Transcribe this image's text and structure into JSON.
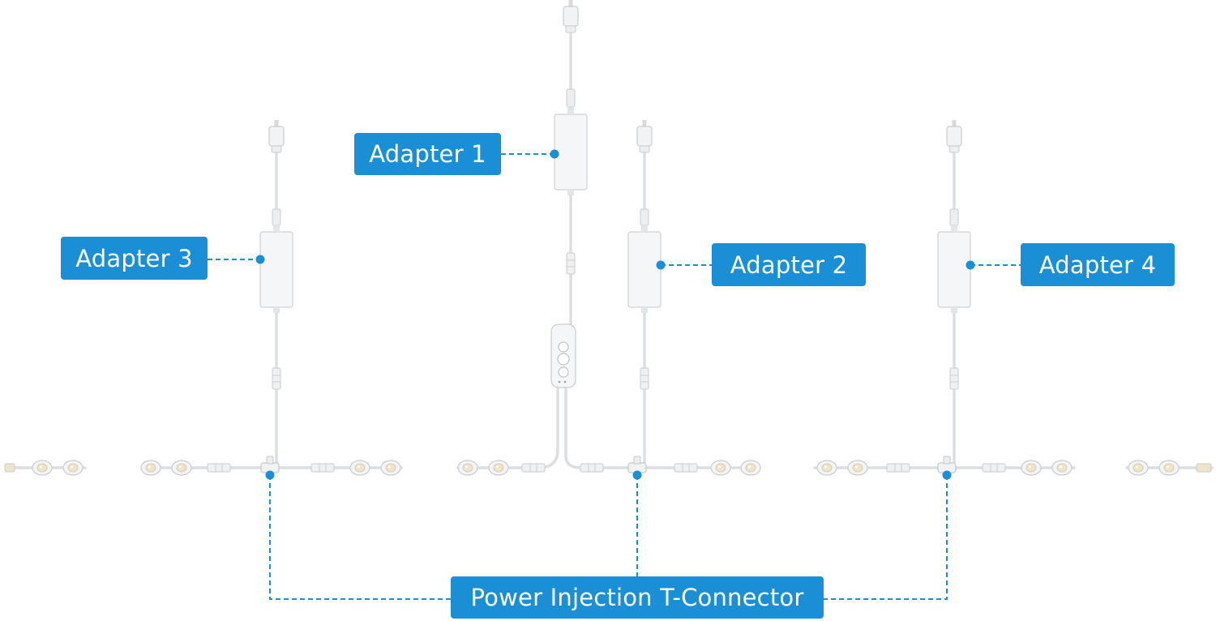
{
  "labels": {
    "adapter1": "Adapter 1",
    "adapter2": "Adapter 2",
    "adapter3": "Adapter 3",
    "adapter4": "Adapter 4",
    "connector": "Power Injection T-Connector"
  },
  "colors": {
    "accent": "#1a8fd6",
    "device": "#f4f5f6",
    "cable": "#dfe2e4",
    "outline": "#c9cdd0"
  }
}
